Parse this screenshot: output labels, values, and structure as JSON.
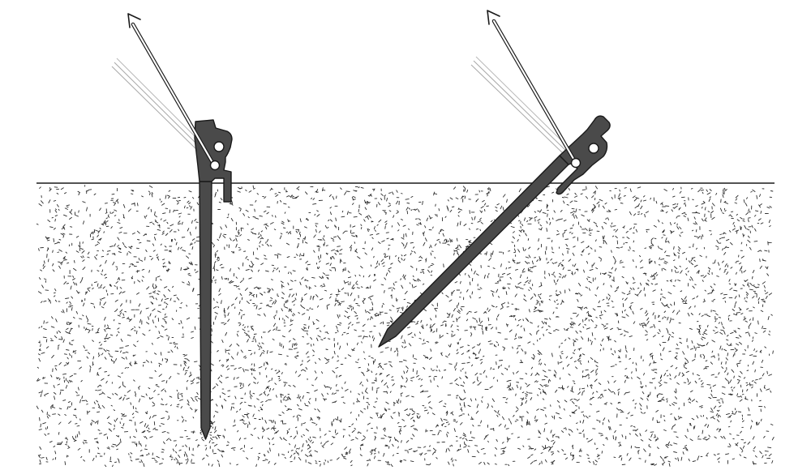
{
  "diagram": {
    "colors": {
      "background": "#ffffff",
      "stake": "#4a4a4a",
      "outline": "#1a1a1a",
      "soil_speckle": "#2a2a2a",
      "guyline_motion": "#a8a8a8"
    },
    "stakes": [
      {
        "id": "vertical",
        "angle_deg": 0,
        "hook_direction": "right",
        "guyline": "taut"
      },
      {
        "id": "angled",
        "angle_deg": 45,
        "hook_direction": "right",
        "guyline": "taut"
      }
    ],
    "ground": {
      "texture": "speckled-soil",
      "line_style": "solid"
    },
    "arrows": [
      {
        "id": "pull-left",
        "icon": "arrow-up-left-icon"
      },
      {
        "id": "pull-right",
        "icon": "arrow-up-left-icon"
      }
    ]
  }
}
